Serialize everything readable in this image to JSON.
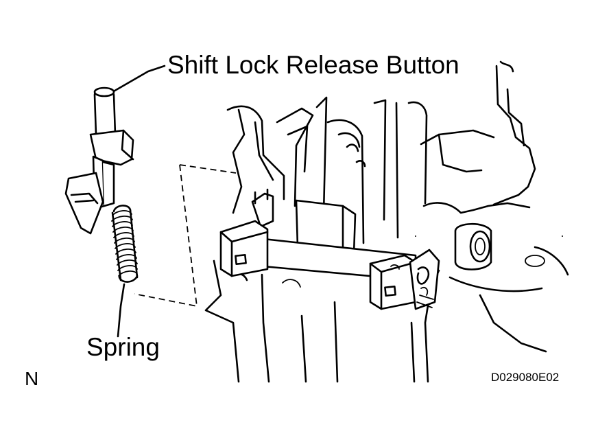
{
  "figure": {
    "labels": {
      "release_button": "Shift Lock Release Button",
      "spring": "Spring",
      "view": "N",
      "code": "D029080E02"
    },
    "colors": {
      "line": "#000000",
      "background": "#ffffff"
    }
  }
}
